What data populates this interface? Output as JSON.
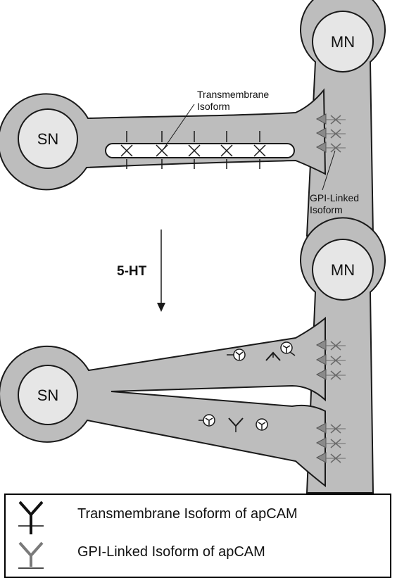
{
  "labels": {
    "sn_top": "SN",
    "mn_top": "MN",
    "sn_bottom": "SN",
    "mn_bottom": "MN",
    "transmembrane_line1": "Transmembrane",
    "transmembrane_line2": "Isoform",
    "gpi_line1": "GPI-Linked",
    "gpi_line2": "Isoform",
    "treatment": "5-HT"
  },
  "legend": {
    "transmembrane": "Transmembrane Isoform of apCAM",
    "gpi": "GPI-Linked Isoform of apCAM"
  },
  "colors": {
    "cell": "#bdbdbd",
    "nucleus": "#e6e6e6",
    "outline": "#1a1a1a",
    "gpi_symbol": "#7a7a7a"
  }
}
